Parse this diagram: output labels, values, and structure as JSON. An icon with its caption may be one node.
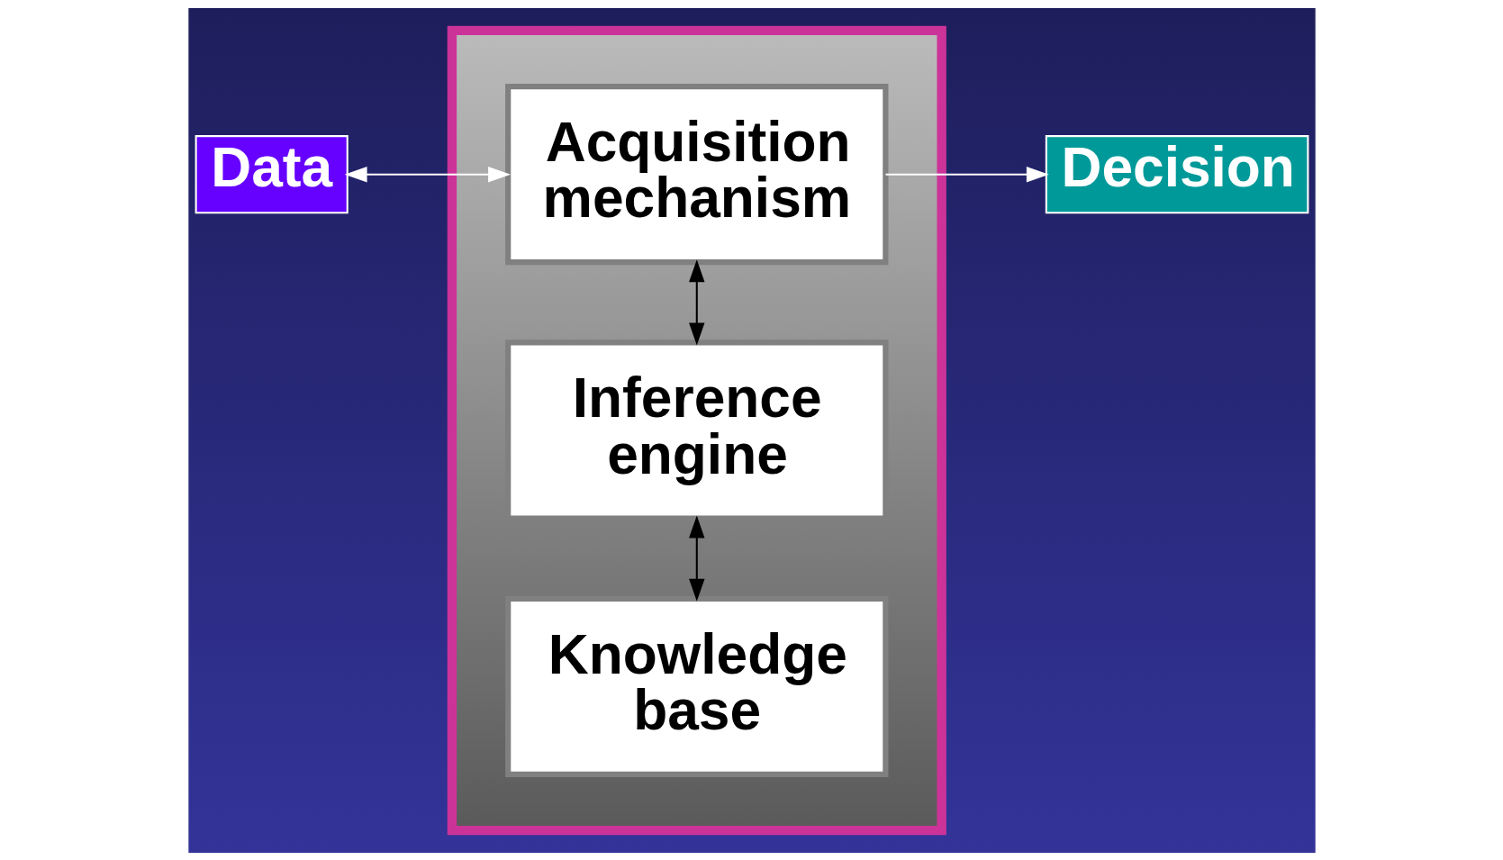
{
  "diagram": {
    "nodes": [
      {
        "text": [
          "Data"
        ]
      },
      {
        "text": [],
        "shape": "box"
      },
      {
        "text": [
          "Acquisition mechanism"
        ],
        "in": 1
      },
      {
        "text": [
          "Inference engine"
        ],
        "in": 1
      },
      {
        "text": [
          "Knowledge base"
        ],
        "in": 1
      },
      {
        "text": [
          "Decision"
        ]
      }
    ],
    "edges": [
      {
        "from": 0,
        "to": 2,
        "arrow": "both",
        "color": "#ffffff"
      },
      {
        "from": 2,
        "to": 5,
        "arrow": "to",
        "color": "#ffffff"
      },
      {
        "from": 2,
        "to": 3,
        "arrow": "both",
        "color": "#000000"
      },
      {
        "from": 3,
        "to": 4,
        "arrow": "both",
        "color": "#000000"
      }
    ]
  }
}
